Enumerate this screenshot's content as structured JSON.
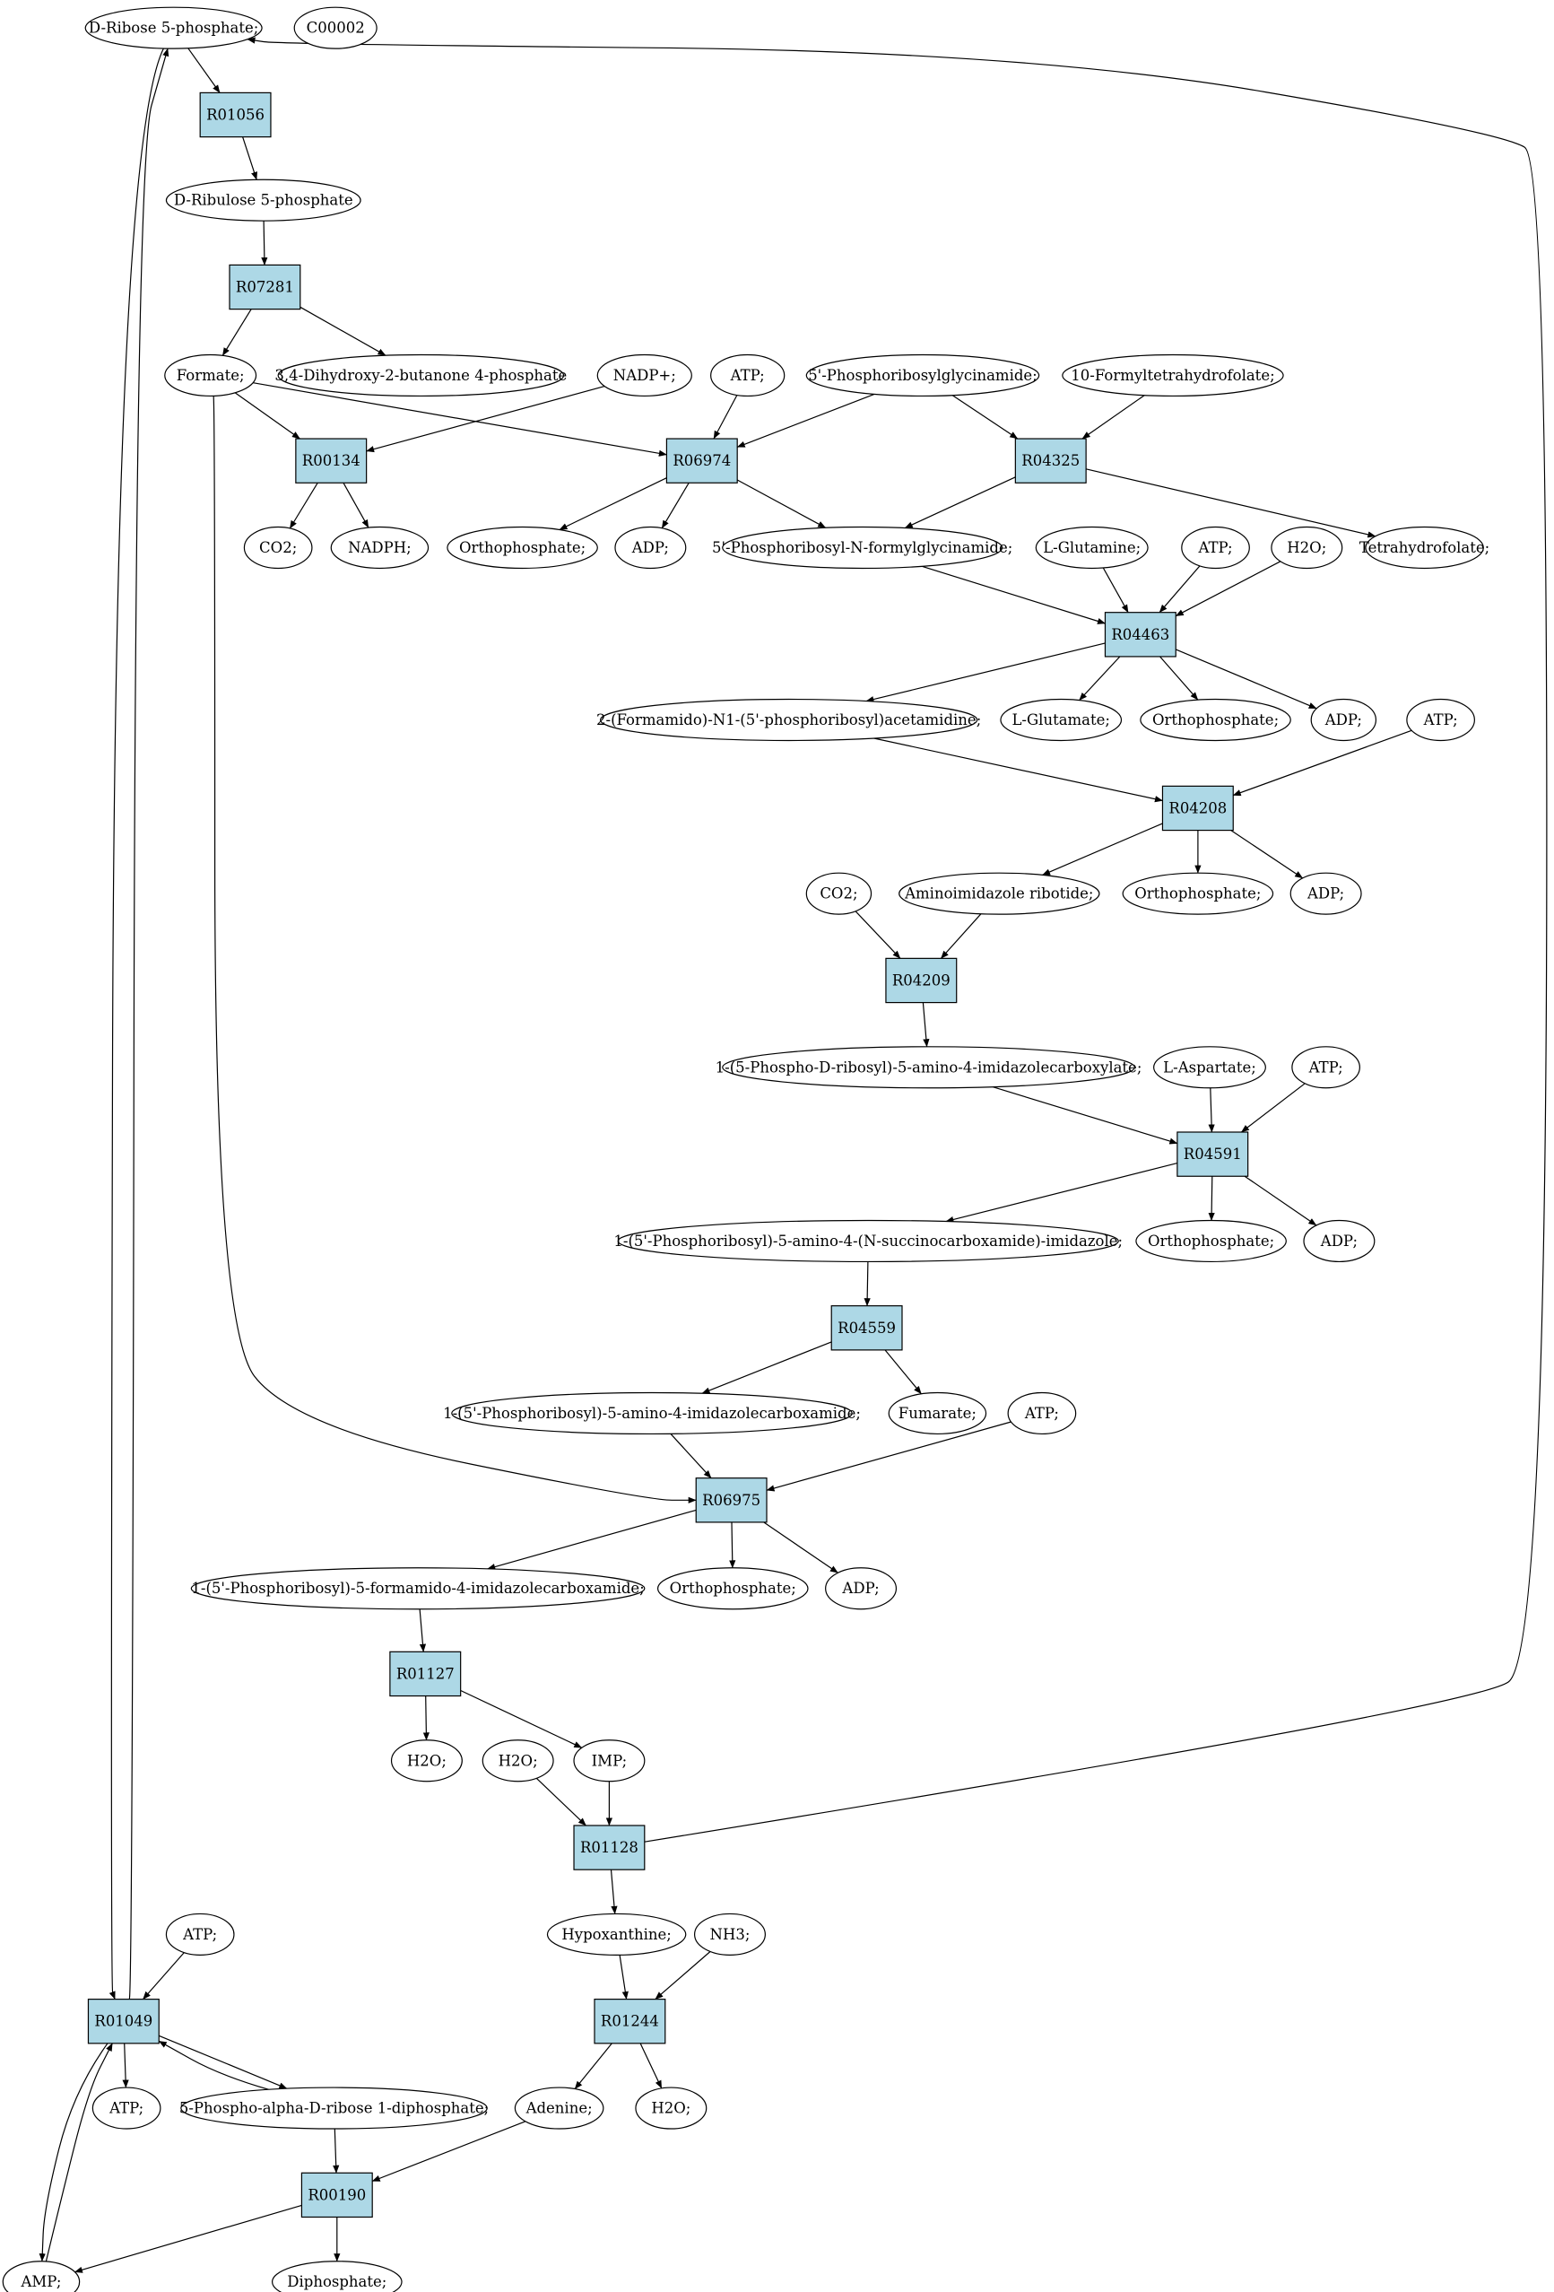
{
  "colors": {
    "reaction_fill": "#add8e6",
    "start_fill": "#00ff00",
    "highlight_fill": "#ffff00",
    "compound_fill": "#ffffff",
    "edge": "#000000"
  },
  "nodes": {
    "c_r5p": {
      "label": "D-Ribose 5-phosphate;",
      "kind": "compound",
      "fill": "start"
    },
    "c_c00002": {
      "label": "C00002",
      "kind": "compound",
      "fill": "highlight"
    },
    "r01056": {
      "label": "R01056",
      "kind": "reaction"
    },
    "c_ribulose": {
      "label": "D-Ribulose 5-phosphate",
      "kind": "compound"
    },
    "r07281": {
      "label": "R07281",
      "kind": "reaction"
    },
    "c_formate": {
      "label": "Formate;",
      "kind": "compound"
    },
    "c_dhbp": {
      "label": "3,4-Dihydroxy-2-butanone 4-phosphate",
      "kind": "compound"
    },
    "c_nadp": {
      "label": "NADP+;",
      "kind": "compound"
    },
    "c_atp1": {
      "label": "ATP;",
      "kind": "compound"
    },
    "c_gar": {
      "label": "5'-Phosphoribosylglycinamide;",
      "kind": "compound"
    },
    "c_fthf": {
      "label": "10-Formyltetrahydrofolate;",
      "kind": "compound"
    },
    "r00134": {
      "label": "R00134",
      "kind": "reaction"
    },
    "r06974": {
      "label": "R06974",
      "kind": "reaction"
    },
    "r04325": {
      "label": "R04325",
      "kind": "reaction"
    },
    "c_co2a": {
      "label": "CO2;",
      "kind": "compound"
    },
    "c_nadph": {
      "label": "NADPH;",
      "kind": "compound"
    },
    "c_pi1": {
      "label": "Orthophosphate;",
      "kind": "compound"
    },
    "c_adp1": {
      "label": "ADP;",
      "kind": "compound"
    },
    "c_fgar": {
      "label": "5'-Phosphoribosyl-N-formylglycinamide;",
      "kind": "compound"
    },
    "c_thf": {
      "label": "Tetrahydrofolate;",
      "kind": "compound"
    },
    "c_gln": {
      "label": "L-Glutamine;",
      "kind": "compound"
    },
    "c_atp2": {
      "label": "ATP;",
      "kind": "compound"
    },
    "c_h2o1": {
      "label": "H2O;",
      "kind": "compound"
    },
    "r04463": {
      "label": "R04463",
      "kind": "reaction"
    },
    "c_fgam": {
      "label": "2-(Formamido)-N1-(5'-phosphoribosyl)acetamidine;",
      "kind": "compound"
    },
    "c_glu": {
      "label": "L-Glutamate;",
      "kind": "compound"
    },
    "c_pi2": {
      "label": "Orthophosphate;",
      "kind": "compound"
    },
    "c_adp2": {
      "label": "ADP;",
      "kind": "compound"
    },
    "c_atp3": {
      "label": "ATP;",
      "kind": "compound"
    },
    "r04208": {
      "label": "R04208",
      "kind": "reaction"
    },
    "c_co2b": {
      "label": "CO2;",
      "kind": "compound"
    },
    "c_air": {
      "label": "Aminoimidazole ribotide;",
      "kind": "compound"
    },
    "c_pi3": {
      "label": "Orthophosphate;",
      "kind": "compound"
    },
    "c_adp3": {
      "label": "ADP;",
      "kind": "compound"
    },
    "r04209": {
      "label": "R04209",
      "kind": "reaction"
    },
    "c_cair": {
      "label": "1-(5-Phospho-D-ribosyl)-5-amino-4-imidazolecarboxylate;",
      "kind": "compound"
    },
    "c_asp": {
      "label": "L-Aspartate;",
      "kind": "compound"
    },
    "c_atp4": {
      "label": "ATP;",
      "kind": "compound"
    },
    "r04591": {
      "label": "R04591",
      "kind": "reaction"
    },
    "c_saicar": {
      "label": "1-(5'-Phosphoribosyl)-5-amino-4-(N-succinocarboxamide)-imidazole;",
      "kind": "compound"
    },
    "c_pi4": {
      "label": "Orthophosphate;",
      "kind": "compound"
    },
    "c_adp4": {
      "label": "ADP;",
      "kind": "compound"
    },
    "r04559": {
      "label": "R04559",
      "kind": "reaction"
    },
    "c_aicar": {
      "label": "1-(5'-Phosphoribosyl)-5-amino-4-imidazolecarboxamide;",
      "kind": "compound"
    },
    "c_fum": {
      "label": "Fumarate;",
      "kind": "compound"
    },
    "c_atp5": {
      "label": "ATP;",
      "kind": "compound"
    },
    "r06975": {
      "label": "R06975",
      "kind": "reaction"
    },
    "c_faicar": {
      "label": "1-(5'-Phosphoribosyl)-5-formamido-4-imidazolecarboxamide;",
      "kind": "compound"
    },
    "c_pi5": {
      "label": "Orthophosphate;",
      "kind": "compound"
    },
    "c_adp5": {
      "label": "ADP;",
      "kind": "compound"
    },
    "r01127": {
      "label": "R01127",
      "kind": "reaction"
    },
    "c_h2o2": {
      "label": "H2O;",
      "kind": "compound"
    },
    "c_h2o3": {
      "label": "H2O;",
      "kind": "compound"
    },
    "c_imp": {
      "label": "IMP;",
      "kind": "compound"
    },
    "r01128": {
      "label": "R01128",
      "kind": "reaction"
    },
    "c_hyp": {
      "label": "Hypoxanthine;",
      "kind": "compound"
    },
    "c_nh3": {
      "label": "NH3;",
      "kind": "compound"
    },
    "c_atp6": {
      "label": "ATP;",
      "kind": "compound"
    },
    "r01049": {
      "label": "R01049",
      "kind": "reaction"
    },
    "r01244": {
      "label": "R01244",
      "kind": "reaction"
    },
    "c_atp7": {
      "label": "ATP;",
      "kind": "compound"
    },
    "c_prpp": {
      "label": "5-Phospho-alpha-D-ribose 1-diphosphate;",
      "kind": "compound"
    },
    "c_ade": {
      "label": "Adenine;",
      "kind": "compound"
    },
    "c_h2o4": {
      "label": "H2O;",
      "kind": "compound"
    },
    "r00190": {
      "label": "R00190",
      "kind": "reaction"
    },
    "c_amp": {
      "label": "AMP;",
      "kind": "compound"
    },
    "c_ppi": {
      "label": "Diphosphate;",
      "kind": "compound"
    }
  },
  "edges": [
    [
      "c_r5p",
      "r01056"
    ],
    [
      "r01056",
      "c_ribulose"
    ],
    [
      "c_ribulose",
      "r07281"
    ],
    [
      "r07281",
      "c_formate"
    ],
    [
      "r07281",
      "c_dhbp"
    ],
    [
      "c_formate",
      "r00134"
    ],
    [
      "c_nadp",
      "r00134"
    ],
    [
      "r00134",
      "c_co2a"
    ],
    [
      "r00134",
      "c_nadph"
    ],
    [
      "c_formate",
      "r06974"
    ],
    [
      "c_atp1",
      "r06974"
    ],
    [
      "c_gar",
      "r06974"
    ],
    [
      "r06974",
      "c_pi1"
    ],
    [
      "r06974",
      "c_adp1"
    ],
    [
      "r06974",
      "c_fgar"
    ],
    [
      "c_gar",
      "r04325"
    ],
    [
      "c_fthf",
      "r04325"
    ],
    [
      "r04325",
      "c_fgar"
    ],
    [
      "r04325",
      "c_thf"
    ],
    [
      "c_fgar",
      "r04463"
    ],
    [
      "c_gln",
      "r04463"
    ],
    [
      "c_atp2",
      "r04463"
    ],
    [
      "c_h2o1",
      "r04463"
    ],
    [
      "r04463",
      "c_fgam"
    ],
    [
      "r04463",
      "c_glu"
    ],
    [
      "r04463",
      "c_pi2"
    ],
    [
      "r04463",
      "c_adp2"
    ],
    [
      "c_fgam",
      "r04208"
    ],
    [
      "c_atp3",
      "r04208"
    ],
    [
      "r04208",
      "c_air"
    ],
    [
      "r04208",
      "c_pi3"
    ],
    [
      "r04208",
      "c_adp3"
    ],
    [
      "c_co2b",
      "r04209"
    ],
    [
      "c_air",
      "r04209"
    ],
    [
      "r04209",
      "c_cair"
    ],
    [
      "c_cair",
      "r04591"
    ],
    [
      "c_asp",
      "r04591"
    ],
    [
      "c_atp4",
      "r04591"
    ],
    [
      "r04591",
      "c_saicar"
    ],
    [
      "r04591",
      "c_pi4"
    ],
    [
      "r04591",
      "c_adp4"
    ],
    [
      "c_saicar",
      "r04559"
    ],
    [
      "r04559",
      "c_aicar"
    ],
    [
      "r04559",
      "c_fum"
    ],
    [
      "c_aicar",
      "r06975"
    ],
    [
      "c_atp5",
      "r06975"
    ],
    [
      "c_formate",
      "r06975"
    ],
    [
      "r06975",
      "c_faicar"
    ],
    [
      "r06975",
      "c_pi5"
    ],
    [
      "r06975",
      "c_adp5"
    ],
    [
      "c_faicar",
      "r01127"
    ],
    [
      "r01127",
      "c_h2o2"
    ],
    [
      "r01127",
      "c_imp"
    ],
    [
      "c_h2o3",
      "r01128"
    ],
    [
      "c_imp",
      "r01128"
    ],
    [
      "r01128",
      "c_hyp"
    ],
    [
      "r01128",
      "c_r5p"
    ],
    [
      "c_hyp",
      "r01244"
    ],
    [
      "c_nh3",
      "r01244"
    ],
    [
      "r01244",
      "c_ade"
    ],
    [
      "r01244",
      "c_h2o4"
    ],
    [
      "c_atp6",
      "r01049"
    ],
    [
      "c_r5p",
      "r01049"
    ],
    [
      "r01049",
      "c_r5p"
    ],
    [
      "r01049",
      "c_atp7"
    ],
    [
      "r01049",
      "c_prpp"
    ],
    [
      "c_prpp",
      "r01049"
    ],
    [
      "r01049",
      "c_amp"
    ],
    [
      "c_amp",
      "r01049"
    ],
    [
      "c_prpp",
      "r00190"
    ],
    [
      "c_ade",
      "r00190"
    ],
    [
      "r00190",
      "c_amp"
    ],
    [
      "r00190",
      "c_ppi"
    ]
  ]
}
